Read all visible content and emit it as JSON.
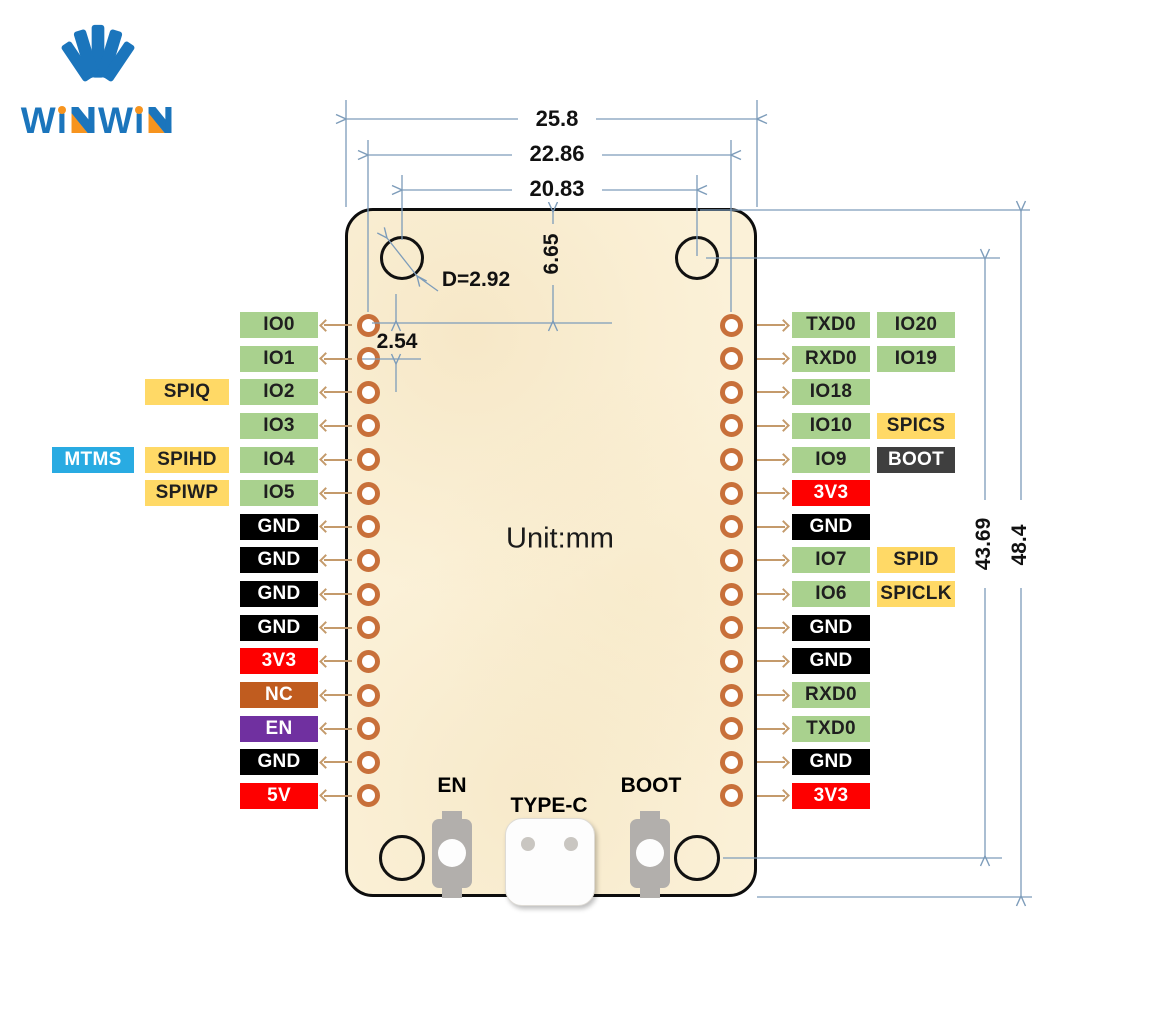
{
  "logo": {
    "text": "WiNWiN"
  },
  "dimensions": {
    "board_width": "25.8",
    "pin_row_span": "22.86",
    "hole_span": "20.83",
    "hole_diameter": "D=2.92",
    "top_pin_offset": "6.65",
    "pin_pitch": "2.54",
    "hole_to_hole_height": "43.69",
    "board_height": "48.4",
    "unit_label": "Unit:mm"
  },
  "board": {
    "en_button_label": "EN",
    "type_c_label": "TYPE-C",
    "boot_button_label": "BOOT"
  },
  "pins": {
    "left": [
      {
        "labels": [
          {
            "text": "IO0",
            "color": "green"
          }
        ]
      },
      {
        "labels": [
          {
            "text": "IO1",
            "color": "green"
          }
        ]
      },
      {
        "labels": [
          {
            "text": "IO2",
            "color": "green"
          },
          {
            "text": "SPIQ",
            "color": "yellow"
          }
        ]
      },
      {
        "labels": [
          {
            "text": "IO3",
            "color": "green"
          }
        ]
      },
      {
        "labels": [
          {
            "text": "IO4",
            "color": "green"
          },
          {
            "text": "SPIHD",
            "color": "yellow"
          },
          {
            "text": "MTMS",
            "color": "blue"
          }
        ]
      },
      {
        "labels": [
          {
            "text": "IO5",
            "color": "green"
          },
          {
            "text": "SPIWP",
            "color": "yellow"
          }
        ]
      },
      {
        "labels": [
          {
            "text": "GND",
            "color": "black"
          }
        ]
      },
      {
        "labels": [
          {
            "text": "GND",
            "color": "black"
          }
        ]
      },
      {
        "labels": [
          {
            "text": "GND",
            "color": "black"
          }
        ]
      },
      {
        "labels": [
          {
            "text": "GND",
            "color": "black"
          }
        ]
      },
      {
        "labels": [
          {
            "text": "3V3",
            "color": "red"
          }
        ]
      },
      {
        "labels": [
          {
            "text": "NC",
            "color": "brown"
          }
        ]
      },
      {
        "labels": [
          {
            "text": "EN",
            "color": "purple"
          }
        ]
      },
      {
        "labels": [
          {
            "text": "GND",
            "color": "black"
          }
        ]
      },
      {
        "labels": [
          {
            "text": "5V",
            "color": "red"
          }
        ]
      }
    ],
    "right": [
      {
        "labels": [
          {
            "text": "TXD0",
            "color": "green"
          },
          {
            "text": "IO20",
            "color": "green"
          }
        ]
      },
      {
        "labels": [
          {
            "text": "RXD0",
            "color": "green"
          },
          {
            "text": "IO19",
            "color": "green"
          }
        ]
      },
      {
        "labels": [
          {
            "text": "IO18",
            "color": "green"
          }
        ]
      },
      {
        "labels": [
          {
            "text": "IO10",
            "color": "green"
          },
          {
            "text": "SPICS",
            "color": "yellow"
          }
        ]
      },
      {
        "labels": [
          {
            "text": "IO9",
            "color": "green"
          },
          {
            "text": "BOOT",
            "color": "dark"
          }
        ]
      },
      {
        "labels": [
          {
            "text": "3V3",
            "color": "red"
          }
        ]
      },
      {
        "labels": [
          {
            "text": "GND",
            "color": "black"
          }
        ]
      },
      {
        "labels": [
          {
            "text": "IO7",
            "color": "green"
          },
          {
            "text": "SPID",
            "color": "yellow"
          }
        ]
      },
      {
        "labels": [
          {
            "text": "IO6",
            "color": "green"
          },
          {
            "text": "SPICLK",
            "color": "yellow"
          }
        ]
      },
      {
        "labels": [
          {
            "text": "GND",
            "color": "black"
          }
        ]
      },
      {
        "labels": [
          {
            "text": "GND",
            "color": "black"
          }
        ]
      },
      {
        "labels": [
          {
            "text": "RXD0",
            "color": "green"
          }
        ]
      },
      {
        "labels": [
          {
            "text": "TXD0",
            "color": "green"
          }
        ]
      },
      {
        "labels": [
          {
            "text": "GND",
            "color": "black"
          }
        ]
      },
      {
        "labels": [
          {
            "text": "3V3",
            "color": "red"
          }
        ]
      }
    ]
  },
  "colors": {
    "board_fill": "#fbf1d8",
    "board_outline": "#0d0d0d",
    "dimension_line": "#7d9cba",
    "pin_ring": "#c8703a",
    "pin_arrow": "#c49a6b",
    "label_green": "#a9d18e",
    "label_yellow": "#ffd966",
    "label_blue": "#29abe2",
    "label_black": "#000000",
    "label_red": "#fe0000",
    "label_brown": "#c05c1f",
    "label_purple": "#7030a0",
    "label_dark_gray": "#3f3f3f",
    "button_gray": "#b2afac",
    "logo_blue": "#1b75bc",
    "logo_orange": "#f7941e"
  }
}
